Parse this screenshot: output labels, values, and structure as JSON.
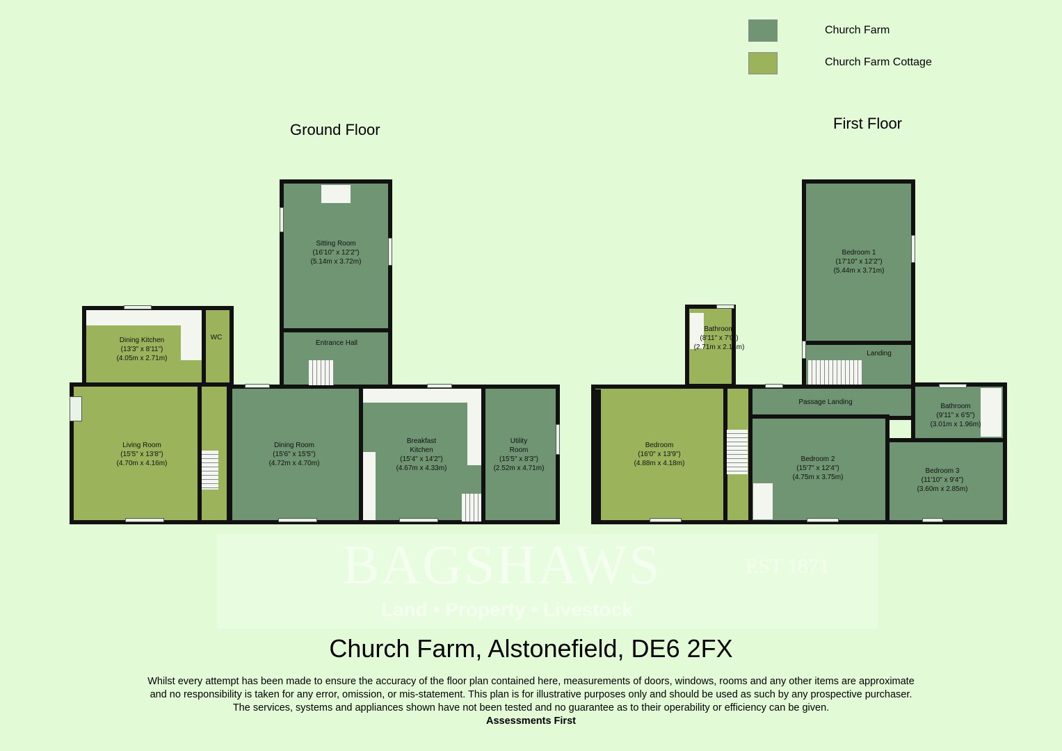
{
  "legend": [
    {
      "label": "Church Farm",
      "color": "#6f9572"
    },
    {
      "label": "Church Farm Cottage",
      "color": "#9bb35a"
    }
  ],
  "ground_floor": {
    "title": "Ground Floor",
    "rooms": [
      {
        "name": "Sitting Room",
        "imperial": "(16'10\" x 12'2\")",
        "metric": "(5.14m x 3.72m)"
      },
      {
        "name": "Entrance Hall"
      },
      {
        "name": "Dining Kitchen",
        "imperial": "(13'3\" x 8'11\")",
        "metric": "(4.05m x 2.71m)"
      },
      {
        "name": "WC"
      },
      {
        "name": "Living Room",
        "imperial": "(15'5\" x 13'8\")",
        "metric": "(4.70m x 4.16m)"
      },
      {
        "name": "Dining Room",
        "imperial": "(15'6\" x 15'5\")",
        "metric": "(4.72m x 4.70m)"
      },
      {
        "name": "Breakfast",
        "name2": "Kitchen",
        "imperial": "(15'4\" x 14'2\")",
        "metric": "(4.67m x 4.33m)"
      },
      {
        "name": "Utility",
        "name2": "Room",
        "imperial": "(15'5\" x 8'3\")",
        "metric": "(2.52m x 4.71m)"
      }
    ]
  },
  "first_floor": {
    "title": "First Floor",
    "rooms": [
      {
        "name": "Bedroom 1",
        "imperial": "(17'10\" x 12'2\")",
        "metric": "(5.44m x 3.71m)"
      },
      {
        "name": "Landing"
      },
      {
        "name": "Bathroom",
        "imperial": "(8'11\" x 7'0\")",
        "metric": "(2.71m x 2.13m)"
      },
      {
        "name": "Passage Landing"
      },
      {
        "name": "Bedroom",
        "imperial": "(16'0\" x 13'9\")",
        "metric": "(4.88m x 4.18m)"
      },
      {
        "name": "Bedroom 2",
        "imperial": "(15'7\" x 12'4\")",
        "metric": "(4.75m x 3.75m)"
      },
      {
        "name": "Bathroom",
        "imperial": "(9'11\" x 6'5\")",
        "metric": "(3.01m x 1.96m)"
      },
      {
        "name": "Bedroom 3",
        "imperial": "(11'10\" x 9'4\")",
        "metric": "(3.60m x 2.85m)"
      }
    ]
  },
  "watermark": {
    "name": "BAGSHAWS",
    "tagline": "Land • Property • Livestock",
    "est": "EST 1871"
  },
  "address": "Church Farm, Alstonefield, DE6 2FX",
  "disclaimer": {
    "line1": "Whilst every attempt has been made to ensure the accuracy of the floor plan contained here, measurements of doors, windows, rooms and any other items are approximate",
    "line2": "and no responsibility is taken for any error, omission, or mis-statement. This plan is for illustrative purposes only and should be used as such by any prospective purchaser.",
    "line3": "The services, systems and appliances shown have not been tested and no guarantee as to their operability or efficiency can be given.",
    "credit": "Assessments First"
  }
}
